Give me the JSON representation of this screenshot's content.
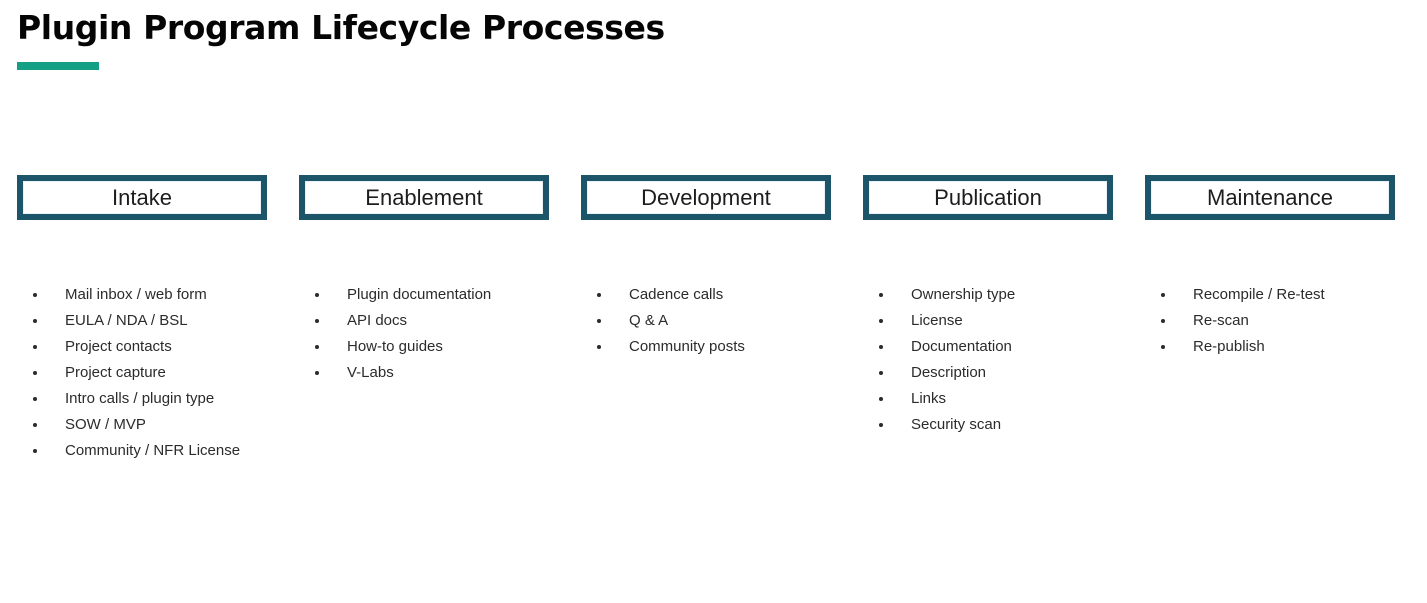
{
  "slide": {
    "title": "Plugin Program Lifecycle Processes",
    "background_color": "#ffffff",
    "accent_color": "#14a085",
    "box_border_color": "#1c5569",
    "title_color": "#050505",
    "body_text_color": "#2b2b2b"
  },
  "phases": [
    {
      "header": "Intake",
      "items": [
        "Mail inbox / web form",
        "EULA / NDA / BSL",
        "Project contacts",
        "Project capture",
        "Intro calls / plugin type",
        "SOW / MVP",
        "Community / NFR License"
      ]
    },
    {
      "header": "Enablement",
      "items": [
        "Plugin documentation",
        "API docs",
        "How-to guides",
        "V-Labs"
      ]
    },
    {
      "header": "Development",
      "items": [
        "Cadence calls",
        "Q & A",
        "Community posts"
      ]
    },
    {
      "header": "Publication",
      "items": [
        "Ownership type",
        "License",
        "Documentation",
        "Description",
        "Links",
        "Security scan"
      ]
    },
    {
      "header": "Maintenance",
      "items": [
        "Recompile / Re-test",
        "Re-scan",
        "Re-publish"
      ]
    }
  ]
}
